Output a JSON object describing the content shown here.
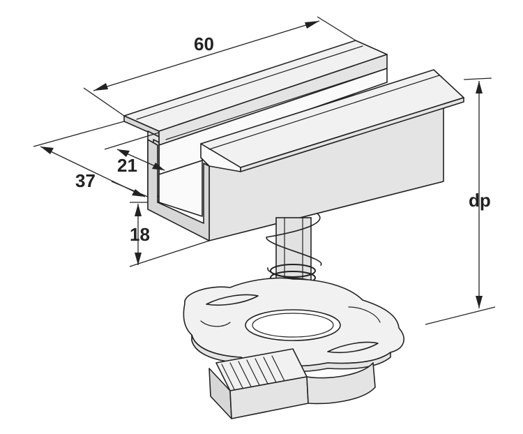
{
  "dimensions": {
    "length": "60",
    "width": "37",
    "slot": "21",
    "height": "18",
    "depth": "dp"
  },
  "colors": {
    "line": "#222222",
    "shade_light": "#f1f1f1",
    "shade_mid": "#e4e4e4",
    "shade_dark": "#d7d7d7"
  }
}
